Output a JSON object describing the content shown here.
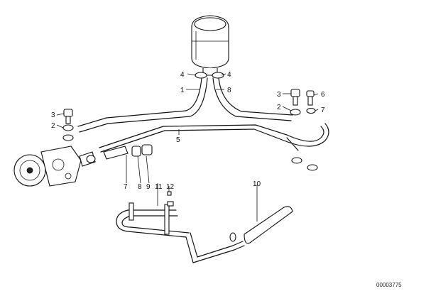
{
  "labels": {
    "p1": "1",
    "p2a": "2",
    "p2b": "2",
    "p3a": "3",
    "p3b": "3",
    "p4a": "4",
    "p4b": "4",
    "p5": "5",
    "p6": "6",
    "p7a": "7",
    "p7b": "7",
    "p8": "8",
    "p8b": "8",
    "p9": "9",
    "p10": "10",
    "p11": "11",
    "p12": "12"
  },
  "doc_id": "00003775"
}
